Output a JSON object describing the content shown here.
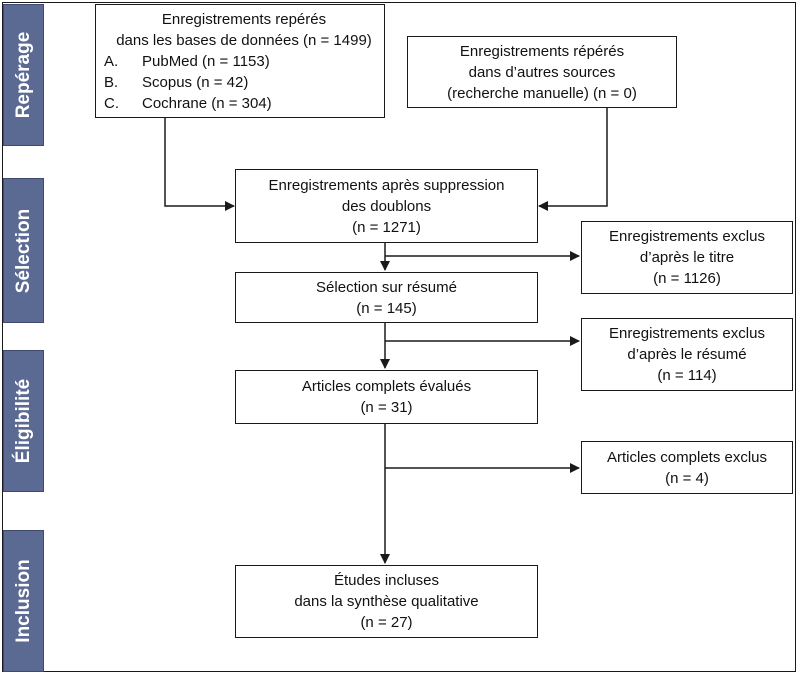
{
  "phases": [
    {
      "id": "reperage",
      "label": "Repérage"
    },
    {
      "id": "selection",
      "label": "Sélection"
    },
    {
      "id": "eligibilite",
      "label": "Éligibilité"
    },
    {
      "id": "inclusion",
      "label": "Inclusion"
    }
  ],
  "boxes": {
    "databases": {
      "line1": "Enregistrements repérés",
      "line2": "dans les bases de données (n = 1499)",
      "items": [
        {
          "marker": "A.",
          "text": "PubMed (n = 1153)"
        },
        {
          "marker": "B.",
          "text": "Scopus (n = 42)"
        },
        {
          "marker": "C.",
          "text": "Cochrane (n = 304)"
        }
      ]
    },
    "other_sources": {
      "lines": [
        "Enregistrements répérés",
        "dans d’autres sources",
        "(recherche manuelle) (n = 0)"
      ]
    },
    "after_duplicates": {
      "lines": [
        "Enregistrements après suppression",
        "des doublons",
        "(n = 1271)"
      ]
    },
    "excluded_title": {
      "lines": [
        "Enregistrements exclus",
        "d’après le titre",
        "(n = 1126)"
      ]
    },
    "abstract_screening": {
      "lines": [
        "Sélection sur résumé",
        "(n = 145)"
      ]
    },
    "excluded_abstract": {
      "lines": [
        "Enregistrements exclus",
        "d’après le résumé",
        "(n = 114)"
      ]
    },
    "full_text": {
      "lines": [
        "Articles complets évalués",
        "(n = 31)"
      ]
    },
    "excluded_full": {
      "lines": [
        "Articles complets exclus",
        "(n = 4)"
      ]
    },
    "included": {
      "lines": [
        "Études incluses",
        "dans la synthèse qualitative",
        "(n = 27)"
      ]
    }
  }
}
